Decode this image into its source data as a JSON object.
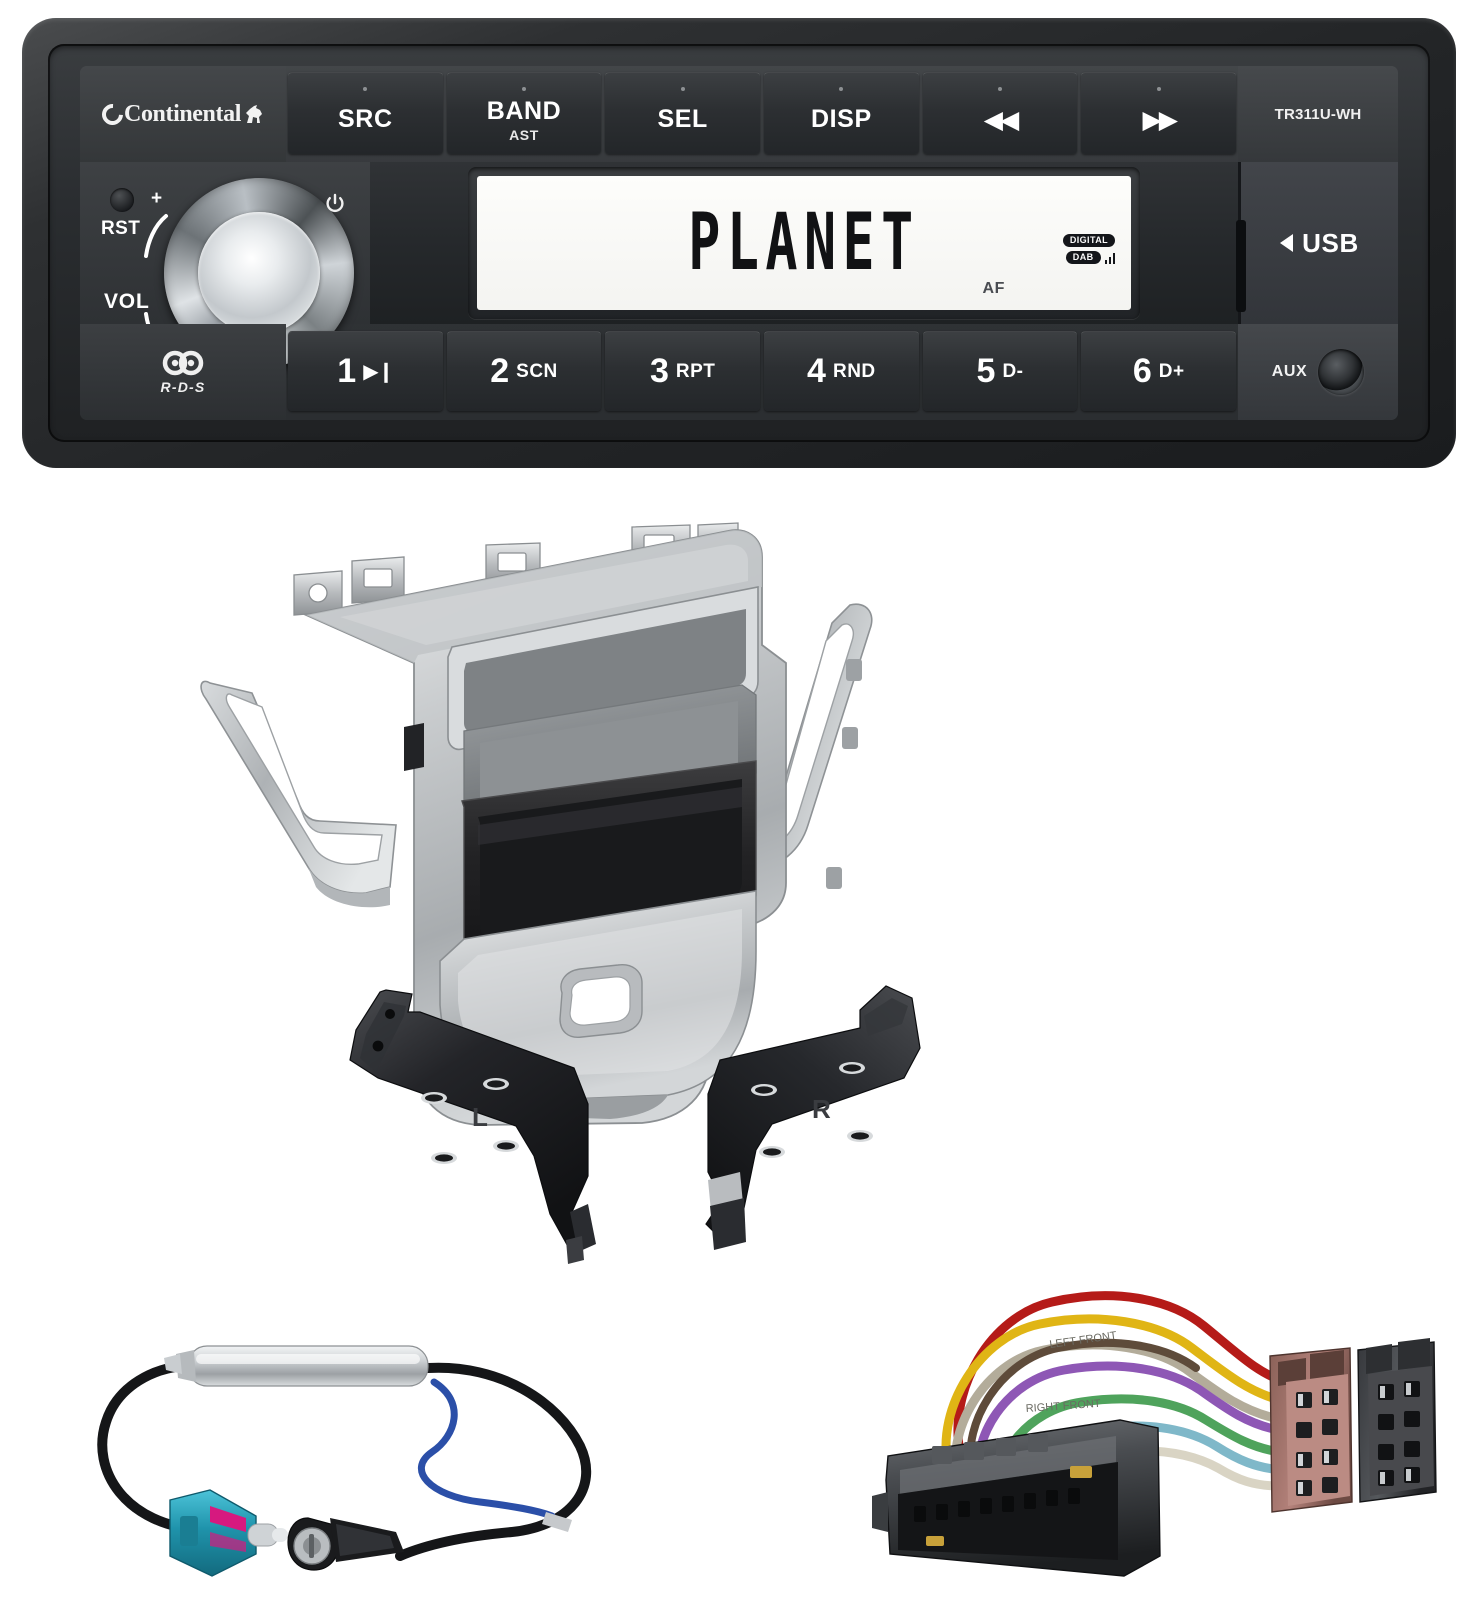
{
  "radio": {
    "brand": "Continental",
    "model": "TR311U-WH",
    "top_buttons": [
      {
        "label": "SRC",
        "sub": ""
      },
      {
        "label": "BAND",
        "sub": "AST"
      },
      {
        "label": "SEL",
        "sub": ""
      },
      {
        "label": "DISP",
        "sub": ""
      },
      {
        "label": "◀◀",
        "sub": ""
      },
      {
        "label": "▶▶",
        "sub": ""
      }
    ],
    "knob": {
      "rst_label": "RST",
      "vol_label": "VOL",
      "plus": "+",
      "minus": "–",
      "power_icon": "power-icon",
      "mute_icon": "mute-icon"
    },
    "display": {
      "text": "PLANET",
      "badge_digital": "DIGITAL",
      "badge_dab": "DAB",
      "af": "AF",
      "signal_bars": 3
    },
    "usb": {
      "label": "USB",
      "arrow": "◀"
    },
    "rds": {
      "label": "R-D-S"
    },
    "preset_buttons": [
      {
        "num": "1",
        "fn": "▶❙"
      },
      {
        "num": "2",
        "fn": "SCN"
      },
      {
        "num": "3",
        "fn": "RPT"
      },
      {
        "num": "4",
        "fn": "RND"
      },
      {
        "num": "5",
        "fn": "D-"
      },
      {
        "num": "6",
        "fn": "D+"
      }
    ],
    "aux": {
      "label": "AUX"
    }
  },
  "fascia": {
    "name": "double-din-fascia-kit",
    "color": "#c9ccce",
    "pocket_color": "#2b2b2d"
  },
  "brackets": [
    {
      "mark": "L"
    },
    {
      "mark": "R"
    }
  ],
  "antenna_adapter": {
    "name": "fakra-antenna-adapter",
    "fakra_color": "#2a9bb0",
    "wire_color": "#2b4fa8",
    "amp_color": "#c9ccd0"
  },
  "harness": {
    "name": "iso-wiring-harness",
    "wire_colors": [
      "#b51b18",
      "#e0b515",
      "#9a9a8e",
      "#8e57b5",
      "#4fa35c",
      "#7fb8c9",
      "#d9d4c4",
      "#5e4b3a"
    ],
    "iso_power_color": "#9d6f66",
    "iso_speaker_color": "#2b2b2d"
  }
}
